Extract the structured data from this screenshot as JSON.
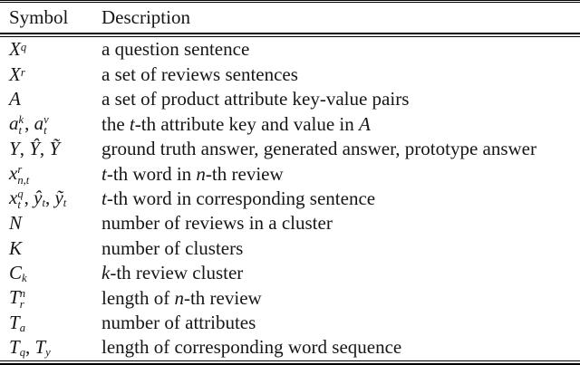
{
  "table": {
    "headers": {
      "symbol": "Symbol",
      "description": "Description"
    },
    "rows": [
      {
        "symbol": [
          {
            "t": "X",
            "s": "i"
          },
          {
            "t": "q",
            "s": "sup"
          }
        ],
        "description": [
          {
            "t": "a question sentence",
            "s": "p"
          }
        ]
      },
      {
        "symbol": [
          {
            "t": "X",
            "s": "i"
          },
          {
            "t": "r",
            "s": "sup"
          }
        ],
        "description": [
          {
            "t": "a set of reviews sentences",
            "s": "p"
          }
        ]
      },
      {
        "symbol": [
          {
            "t": "A",
            "s": "i"
          }
        ],
        "description": [
          {
            "t": "a set of product attribute key-value pairs",
            "s": "p"
          }
        ]
      },
      {
        "symbol": [
          {
            "t": "a",
            "s": "i"
          },
          {
            "sup": "k",
            "sub": "t"
          },
          {
            "t": ", ",
            "s": "p"
          },
          {
            "t": "a",
            "s": "i"
          },
          {
            "sup": "v",
            "sub": "t"
          }
        ],
        "description": [
          {
            "t": "the ",
            "s": "p"
          },
          {
            "t": "t",
            "s": "i"
          },
          {
            "t": "-th attribute key and value in ",
            "s": "p"
          },
          {
            "t": "A",
            "s": "i"
          }
        ]
      },
      {
        "symbol": [
          {
            "t": "Y",
            "s": "i"
          },
          {
            "t": ", ",
            "s": "p"
          },
          {
            "t": "Ŷ",
            "s": "i"
          },
          {
            "t": ", ",
            "s": "p"
          },
          {
            "t": "Ỹ",
            "s": "i"
          }
        ],
        "description": [
          {
            "t": "ground truth answer, generated answer, prototype answer",
            "s": "p"
          }
        ]
      },
      {
        "symbol": [
          {
            "t": "x",
            "s": "i"
          },
          {
            "sup": "r",
            "sub": "n,t"
          }
        ],
        "description": [
          {
            "t": "t",
            "s": "i"
          },
          {
            "t": "-th word in ",
            "s": "p"
          },
          {
            "t": "n",
            "s": "i"
          },
          {
            "t": "-th review",
            "s": "p"
          }
        ]
      },
      {
        "symbol": [
          {
            "t": "x",
            "s": "i"
          },
          {
            "sup": "q",
            "sub": "t"
          },
          {
            "t": ", ",
            "s": "p"
          },
          {
            "t": "ŷ",
            "s": "i"
          },
          {
            "t": "t",
            "s": "sub"
          },
          {
            "t": ", ",
            "s": "p"
          },
          {
            "t": "ỹ",
            "s": "i"
          },
          {
            "t": "t",
            "s": "sub"
          }
        ],
        "description": [
          {
            "t": "t",
            "s": "i"
          },
          {
            "t": "-th word in corresponding sentence",
            "s": "p"
          }
        ]
      },
      {
        "symbol": [
          {
            "t": "N",
            "s": "i"
          }
        ],
        "description": [
          {
            "t": "number of reviews in a cluster",
            "s": "p"
          }
        ]
      },
      {
        "symbol": [
          {
            "t": "K",
            "s": "i"
          }
        ],
        "description": [
          {
            "t": "number of clusters",
            "s": "p"
          }
        ]
      },
      {
        "symbol": [
          {
            "t": "C",
            "s": "i"
          },
          {
            "t": "k",
            "s": "sub"
          }
        ],
        "description": [
          {
            "t": "k",
            "s": "i"
          },
          {
            "t": "-th review cluster",
            "s": "p"
          }
        ]
      },
      {
        "symbol": [
          {
            "t": "T",
            "s": "i"
          },
          {
            "sup": "n",
            "sub": "r"
          }
        ],
        "description": [
          {
            "t": "length of ",
            "s": "p"
          },
          {
            "t": "n",
            "s": "i"
          },
          {
            "t": "-th review",
            "s": "p"
          }
        ]
      },
      {
        "symbol": [
          {
            "t": "T",
            "s": "i"
          },
          {
            "t": "a",
            "s": "sub"
          }
        ],
        "description": [
          {
            "t": "number of attributes",
            "s": "p"
          }
        ]
      },
      {
        "symbol": [
          {
            "t": "T",
            "s": "i"
          },
          {
            "t": "q",
            "s": "sub"
          },
          {
            "t": ", ",
            "s": "p"
          },
          {
            "t": "T",
            "s": "i"
          },
          {
            "t": "y",
            "s": "sub"
          }
        ],
        "description": [
          {
            "t": "length of corresponding word sequence",
            "s": "p"
          }
        ]
      }
    ]
  }
}
